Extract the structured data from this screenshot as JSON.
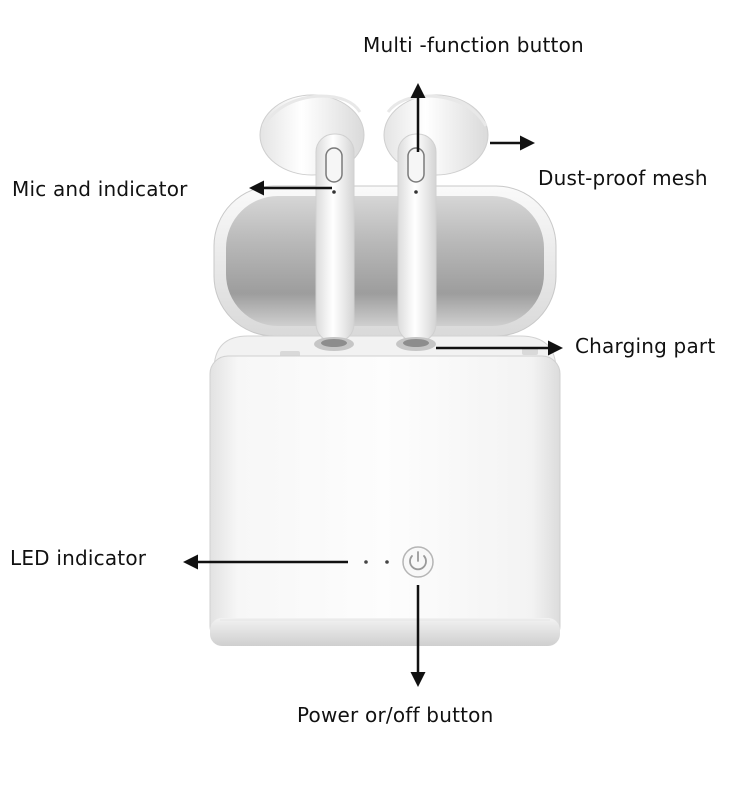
{
  "labels": {
    "multi_function": "Multi -function button",
    "mic_indicator": "Mic and indicator",
    "dust_proof": "Dust-proof mesh",
    "charging_part": "Charging part",
    "led_indicator": "LED indicator",
    "power_button": "Power or/off button"
  },
  "colors": {
    "background": "#ffffff",
    "text": "#111111",
    "arrow": "#111111",
    "product_white": "#f4f4f4",
    "shadow_grey": "#9a9a9a"
  },
  "icons": {
    "power": "power-icon"
  }
}
